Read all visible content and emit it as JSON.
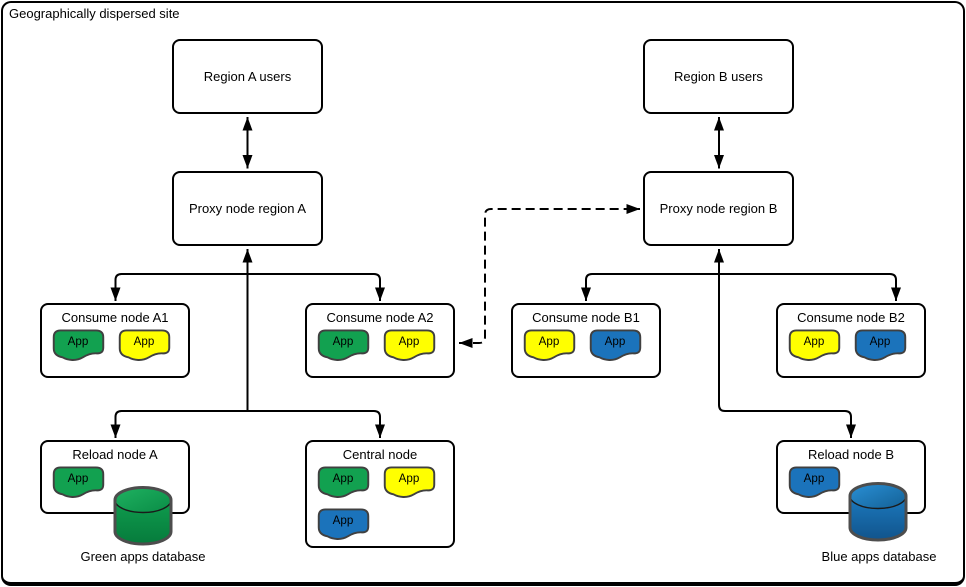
{
  "frame": {
    "title": "Geographically dispersed site"
  },
  "app_label": "App",
  "colors": {
    "green": "#12a150",
    "yellow": "#ffff00",
    "blue": "#1b73bb",
    "line": "#000000",
    "app_border": "#404040",
    "db_border": "#4d4d4d"
  },
  "nodes": {
    "region_a_users": {
      "label": "Region A users"
    },
    "proxy_a": {
      "label": "Proxy node region A"
    },
    "region_b_users": {
      "label": "Region B users"
    },
    "proxy_b": {
      "label": "Proxy node region B"
    },
    "consume_a1": {
      "label": "Consume node A1",
      "apps": [
        {
          "name": "green-app",
          "color": "#12a150"
        },
        {
          "name": "yellow-app",
          "color": "#ffff00"
        }
      ]
    },
    "consume_a2": {
      "label": "Consume node A2",
      "apps": [
        {
          "name": "green-app",
          "color": "#12a150"
        },
        {
          "name": "yellow-app",
          "color": "#ffff00"
        }
      ]
    },
    "consume_b1": {
      "label": "Consume node B1",
      "apps": [
        {
          "name": "yellow-app",
          "color": "#ffff00"
        },
        {
          "name": "blue-app",
          "color": "#1b73bb"
        }
      ]
    },
    "consume_b2": {
      "label": "Consume node B2",
      "apps": [
        {
          "name": "yellow-app",
          "color": "#ffff00"
        },
        {
          "name": "blue-app",
          "color": "#1b73bb"
        }
      ]
    },
    "reload_a": {
      "label": "Reload node A",
      "apps": [
        {
          "name": "green-app",
          "color": "#12a150"
        }
      ]
    },
    "central": {
      "label": "Central node",
      "apps": [
        {
          "name": "green-app",
          "color": "#12a150"
        },
        {
          "name": "yellow-app",
          "color": "#ffff00"
        },
        {
          "name": "blue-app",
          "color": "#1b73bb"
        }
      ]
    },
    "reload_b": {
      "label": "Reload node B",
      "apps": [
        {
          "name": "blue-app",
          "color": "#1b73bb"
        }
      ]
    }
  },
  "databases": {
    "green": {
      "label": "Green apps database",
      "body_top": "#12a653",
      "body_bottom": "#067b3c",
      "top_light": "#1fb261",
      "top_dark": "#0a8c46"
    },
    "blue": {
      "label": "Blue apps database",
      "body_top": "#1f84cc",
      "body_bottom": "#11548c",
      "top_light": "#2a90d6",
      "top_dark": "#136095"
    }
  }
}
